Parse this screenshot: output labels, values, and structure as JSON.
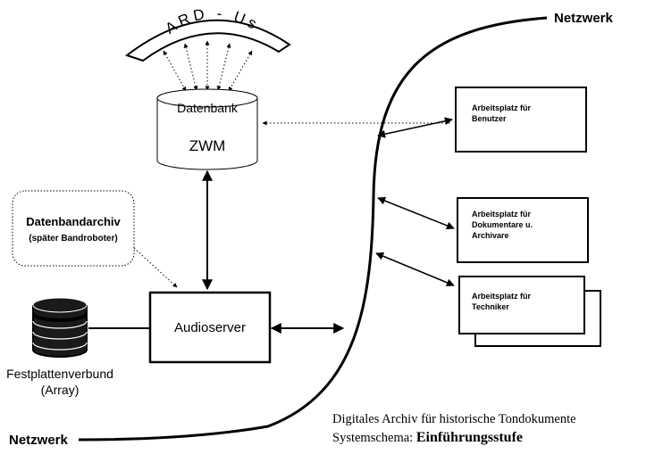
{
  "arc_label": "ARD - User",
  "database": {
    "top_label": "Datenbank",
    "main_label": "ZWM"
  },
  "tape_archive": {
    "title": "Datenbandarchiv",
    "subtitle": "(später Bandroboter)"
  },
  "audioserver": {
    "label": "Audioserver"
  },
  "disk_array": {
    "line1": "Festplattenverbund",
    "line2": "(Array)"
  },
  "network_top_label": "Netzwerk",
  "network_bottom_label": "Netzwerk",
  "workstations": [
    {
      "lines": [
        "Arbeitsplatz für",
        "Benutzer"
      ]
    },
    {
      "lines": [
        "Arbeitsplatz für",
        "Dokumentare u.",
        "Archivare"
      ]
    },
    {
      "lines": [
        "Arbeitsplatz für",
        "Techniker"
      ]
    }
  ],
  "caption": {
    "line1": "Digitales Archiv für historische Tondokumente",
    "line2_prefix": "Systemschema: ",
    "line2_bold": "Einführungsstufe"
  }
}
